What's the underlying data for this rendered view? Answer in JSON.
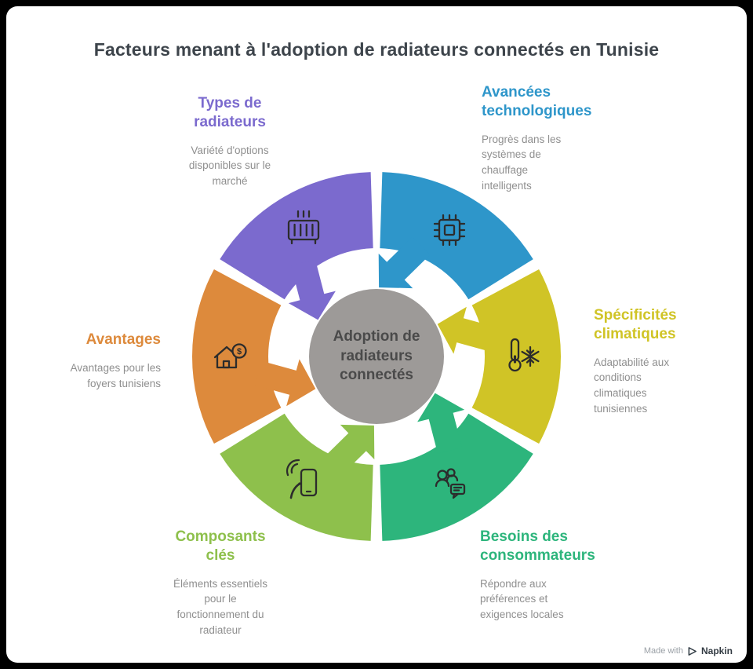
{
  "title": "Facteurs menant à l'adoption de radiateurs connectés en Tunisie",
  "center": {
    "label": "Adoption de radiateurs connectés",
    "color": "#9d9a98"
  },
  "sections": [
    {
      "id": "types",
      "label": "Types de radiateurs",
      "description": "Variété d'options disponibles sur le marché",
      "color": "#7b6ace",
      "icon": "radiator-icon"
    },
    {
      "id": "avancees",
      "label": "Avancées technologiques",
      "description": "Progrès dans les systèmes de chauffage intelligents",
      "color": "#2e96ca",
      "icon": "chip-icon"
    },
    {
      "id": "specificites",
      "label": "Spécificités climatiques",
      "description": "Adaptabilité aux conditions climatiques tunisiennes",
      "color": "#d0c426",
      "icon": "thermometer-snowflake-icon"
    },
    {
      "id": "besoins",
      "label": "Besoins des consommateurs",
      "description": "Répondre aux préférences et exigences locales",
      "color": "#2db57c",
      "icon": "people-chat-icon"
    },
    {
      "id": "composants",
      "label": "Composants clés",
      "description": "Éléments essentiels pour le fonctionnement du radiateur",
      "color": "#8ec04c",
      "icon": "smartphone-touch-icon"
    },
    {
      "id": "avantages",
      "label": "Avantages",
      "description": "Avantages pour les foyers tunisiens",
      "color": "#dd8a3c",
      "icon": "house-dollar-icon"
    }
  ],
  "icon_glyphs": {
    "dollar": "$"
  },
  "footer": {
    "made_with": "Made with",
    "brand": "Napkin"
  }
}
